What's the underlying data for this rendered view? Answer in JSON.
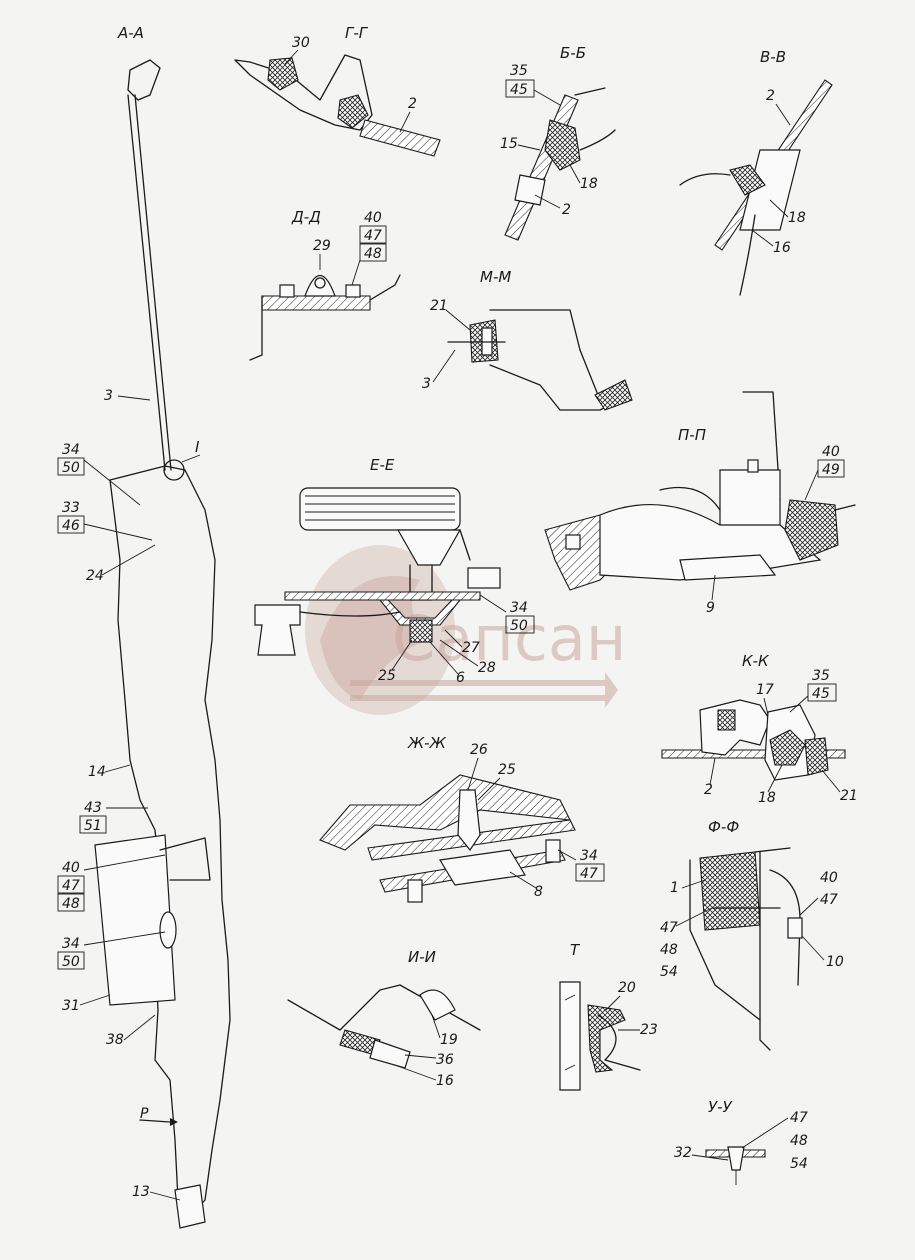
{
  "watermark": {
    "text": "Сапсан",
    "color": "#c9a69e"
  },
  "sections": {
    "aa": "А-А",
    "gg": "Г-Г",
    "bb": "Б-Б",
    "vv": "В-В",
    "dd": "Д-Д",
    "mm": "М-М",
    "ee": "Е-Е",
    "pp": "П-П",
    "kk": "К-К",
    "zhzh": "Ж-Ж",
    "ii": "И-И",
    "t": "Т",
    "ff": "Ф-Ф",
    "uu": "У-У",
    "view_i": "I",
    "arrow_p": "Р"
  },
  "labels": {
    "aa": [
      "3",
      "34",
      "50",
      "33",
      "46",
      "24",
      "14",
      "43",
      "51",
      "40",
      "47",
      "48",
      "34",
      "50",
      "31",
      "38",
      "13"
    ],
    "gg": [
      "30",
      "2"
    ],
    "bb": [
      "35",
      "45",
      "15",
      "18",
      "2"
    ],
    "vv": [
      "2",
      "18",
      "16"
    ],
    "dd": [
      "29",
      "40",
      "47",
      "48"
    ],
    "mm": [
      "21",
      "3"
    ],
    "ee": [
      "34",
      "50",
      "27",
      "28",
      "25",
      "6"
    ],
    "pp": [
      "40",
      "49",
      "9"
    ],
    "kk": [
      "35",
      "45",
      "17",
      "2",
      "18",
      "21"
    ],
    "zhzh": [
      "26",
      "25",
      "34",
      "47",
      "8"
    ],
    "ii": [
      "19",
      "36",
      "16"
    ],
    "t": [
      "20",
      "23"
    ],
    "ff": [
      "40",
      "47",
      "1",
      "47",
      "48",
      "54",
      "10"
    ],
    "uu": [
      "47",
      "48",
      "54",
      "32"
    ]
  }
}
